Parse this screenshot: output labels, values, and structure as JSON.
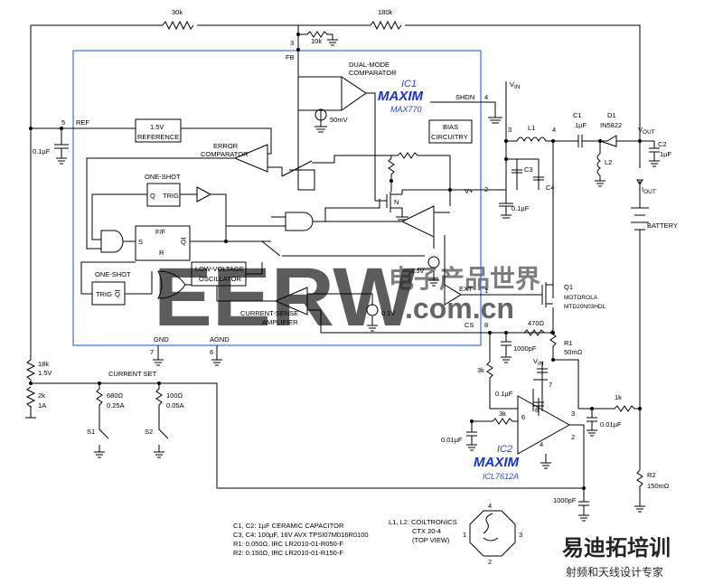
{
  "colors": {
    "wire": "#000000",
    "ic_box": "#3a6fd8",
    "maxim": "#1a33c8",
    "watermark": "#e0433a",
    "brand2": "#e46a2a"
  },
  "labels": {
    "r30k": "30k",
    "r180k": "180k",
    "r10k": "10k",
    "pin3": "3",
    "fb": "FB",
    "dual_mode_1": "DUAL-MODE",
    "dual_mode_2": "COMPARATOR",
    "v50mv": "50mV",
    "ic1": "IC1",
    "max770": "MAX770",
    "shdn": "SHDN",
    "pin4": "4",
    "vin": "V",
    "vin_sub": "IN",
    "pin5": "5",
    "ref": "REF",
    "ref_box_1": "1.5V",
    "ref_box_2": "REFERENCE",
    "cap_01uf_left": "0.1µF",
    "err_comp_1": "ERROR",
    "err_comp_2": "COMPARATOR",
    "bias_1": "BIAS",
    "bias_2": "CIRCUITRY",
    "pin3b": "3",
    "l1": "L1",
    "pin4b": "4",
    "c1": "C1",
    "c1v": "1µF",
    "d1": "D1",
    "d1v": "IN5822",
    "vout": "V",
    "vout_sub": "OUT",
    "c2": "C2",
    "c2v": "1µF",
    "l2": "L2",
    "c3": "C3",
    "c4": "C4",
    "vplus": "V+",
    "pin2": "2",
    "cap_01uf_mid": "0.1µF",
    "iout": "I",
    "iout_sub": "OUT",
    "battery": "BATTERY",
    "one_shot_top": "ONE-SHOT",
    "q": "Q",
    "trig": "TRIG",
    "ff": "F/F",
    "s": "S",
    "r": "R",
    "qbar": "Q",
    "n": "N",
    "v25": "2.5V",
    "one_shot_bot": "ONE-SHOT",
    "trig2": "TRIG",
    "qbar2": "Q",
    "lvo_1": "LOW-VOLTAGE",
    "lvo_2": "OSCILLATOR",
    "v01": "0.1V",
    "ext": "EXT",
    "pin1": "1",
    "q1": "Q1",
    "q1_mfr": "MOTOROLA",
    "q1_part": "MTD20N03HDL",
    "csa_1": "CURRENT-SENSE",
    "csa_2": "AMPLIFIER",
    "cs": "CS",
    "pin8": "8",
    "r470": "470Ω",
    "gnd": "GND",
    "agnd": "AGND",
    "pin7": "7",
    "pin6": "6",
    "c1000pf_a": "1000pF",
    "r1": "R1",
    "r1v": "50mΩ",
    "r18k": "18k",
    "r18k_v": "1.5V",
    "r2k": "2k",
    "r2k_v": "1A",
    "current_set": "CURRENT SET",
    "r680": "680Ω",
    "r680_i": "0.25A",
    "r100": "100Ω",
    "r100_i": "0.05A",
    "s1": "S1",
    "s2": "S2",
    "r3k": "3k",
    "vin2": "V",
    "vin2_sub": "IN",
    "c01uf_b": "0.1µF",
    "p7": "7",
    "p8": "8",
    "p6": "6",
    "p3": "3",
    "p2": "2",
    "p4": "4",
    "r3k_b": "3k",
    "c001uf_l": "0.01µF",
    "r1k": "1k",
    "c001uf_r": "0.01µF",
    "ic2": "IC2",
    "icl": "ICL7612A",
    "c1000pf_b": "1000pF",
    "r2": "R2",
    "r2v": "150mΩ",
    "notes": [
      "C1, C2: 1µF CERAMIC CAPACITOR",
      "C3, C4: 100µF, 16V AVX TPSI07M016R0100",
      "R1: 0.050Ω, IRC LR2010-01-R050-F",
      "R2: 0.150Ω, IRC LR2010-01-R150-F"
    ],
    "coil_1": "L1, L2: COILTRONICS",
    "coil_2": "CTX 20-4",
    "coil_3": "(TOP VIEW)",
    "cp1": "1",
    "cp2": "2",
    "cp3": "3",
    "cp4": "4",
    "maxim": "MAXIM",
    "wm_main": "EERW",
    "wm_cn": "电子产品世界",
    "wm_com": ".com.cn",
    "wm2_cn": "易迪拓培训",
    "wm2_sub": "射频和天线设计专家"
  }
}
